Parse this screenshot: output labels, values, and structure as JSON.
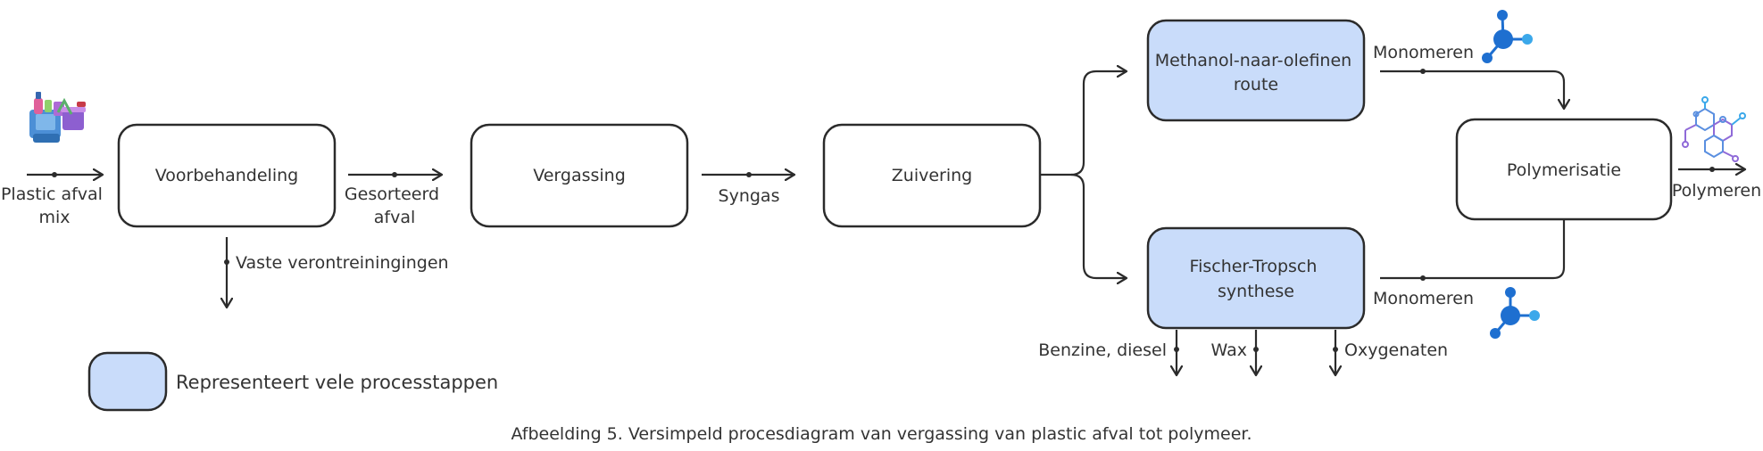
{
  "colors": {
    "box_fill": "#ffffff",
    "highlight_fill": "#c9dcfa",
    "stroke": "#2b2b2b",
    "molecule_blue": "#1e6fd0",
    "molecule_light": "#3ba8ea"
  },
  "input": {
    "label_line1": "Plastic afval",
    "label_line2": "mix",
    "icon": "plastic-waste-icon"
  },
  "boxes": {
    "voorbehandeling": "Voorbehandeling",
    "vergassing": "Vergassing",
    "zuivering": "Zuivering",
    "mto_line1": "Methanol-naar-olefinen",
    "mto_line2": "route",
    "ft_line1": "Fischer-Tropsch",
    "ft_line2": "synthese",
    "polymerisatie": "Polymerisatie"
  },
  "flows": {
    "gesorteerd_line1": "Gesorteerd",
    "gesorteerd_line2": "afval",
    "syngas": "Syngas",
    "vaste": "Vaste verontreiningingen",
    "monomeren_top": "Monomeren",
    "monomeren_bottom": "Monomeren",
    "benzine": "Benzine, diesel",
    "wax": "Wax",
    "oxygenaten": "Oxygenaten",
    "polymeren": "Polymeren"
  },
  "legend": {
    "label": "Representeert vele processtappen"
  },
  "caption": "Afbeelding 5. Versimpeld procesdiagram van vergassing van plastic afval tot polymeer."
}
